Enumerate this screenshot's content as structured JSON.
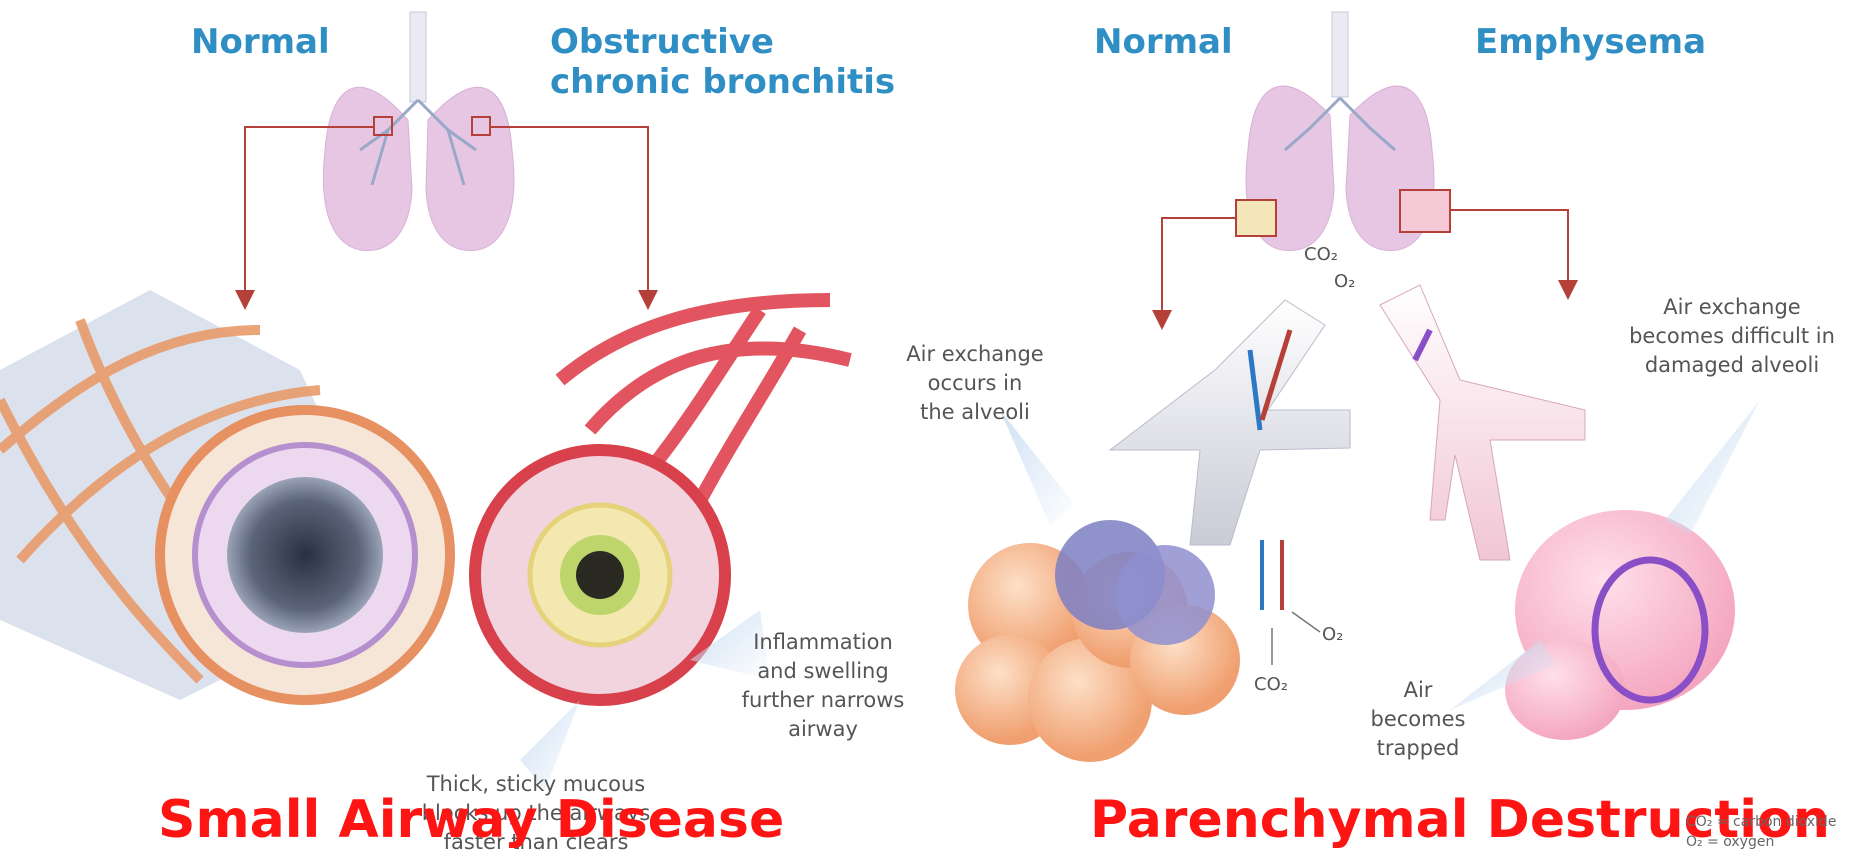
{
  "left_panel": {
    "normal_label": "Normal",
    "disease_label": "Obstructive\nchronic bronchitis",
    "mucous_note": "Thick, sticky mucous\nblocks up the airways\nfaster than clears",
    "inflammation_note": "Inflammation\nand swelling\nfurther narrows\nairway",
    "caption": "Small Airway Disease"
  },
  "right_panel": {
    "normal_label": "Normal",
    "disease_label": "Emphysema",
    "co2_top": "CO₂",
    "o2_top": "O₂",
    "o2_side": "O₂",
    "co2_side": "CO₂",
    "alveoli_note": "Air exchange\noccurs in\nthe alveoli",
    "damaged_note": "Air exchange\nbecomes difficult in\ndamaged alveoli",
    "trapped_note": "Air\nbecomes\ntrapped",
    "key_co2": "CO₂ = carbon dioxide",
    "key_o2": "O₂  =  oxygen",
    "caption": "Parenchymal Destruction"
  },
  "colors": {
    "heading_blue": "#2f8fc4",
    "caption_red": "#ff1414",
    "lung_pink": "#e7c6e3",
    "pointer_red": "#b5403a"
  }
}
